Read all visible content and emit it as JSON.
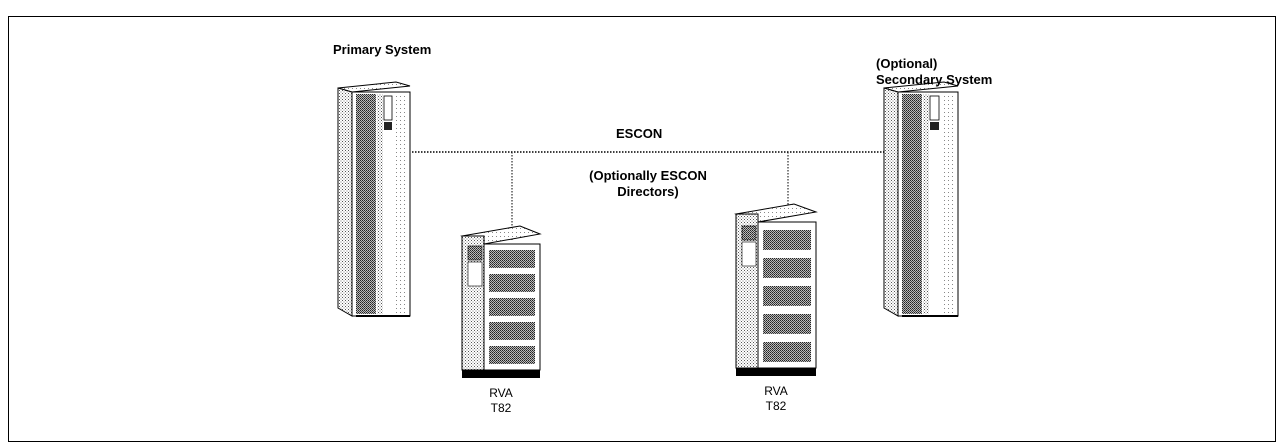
{
  "primary_system": {
    "label": "Primary System"
  },
  "secondary_system": {
    "label_line1": "(Optional)",
    "label_line2": "Secondary System"
  },
  "connection": {
    "label": "ESCON"
  },
  "directors": {
    "label_line1": "(Optionally ESCON",
    "label_line2": "Directors)"
  },
  "rva_left": {
    "line1": "RVA",
    "line2": "T82"
  },
  "rva_right": {
    "line1": "RVA",
    "line2": "T82"
  }
}
